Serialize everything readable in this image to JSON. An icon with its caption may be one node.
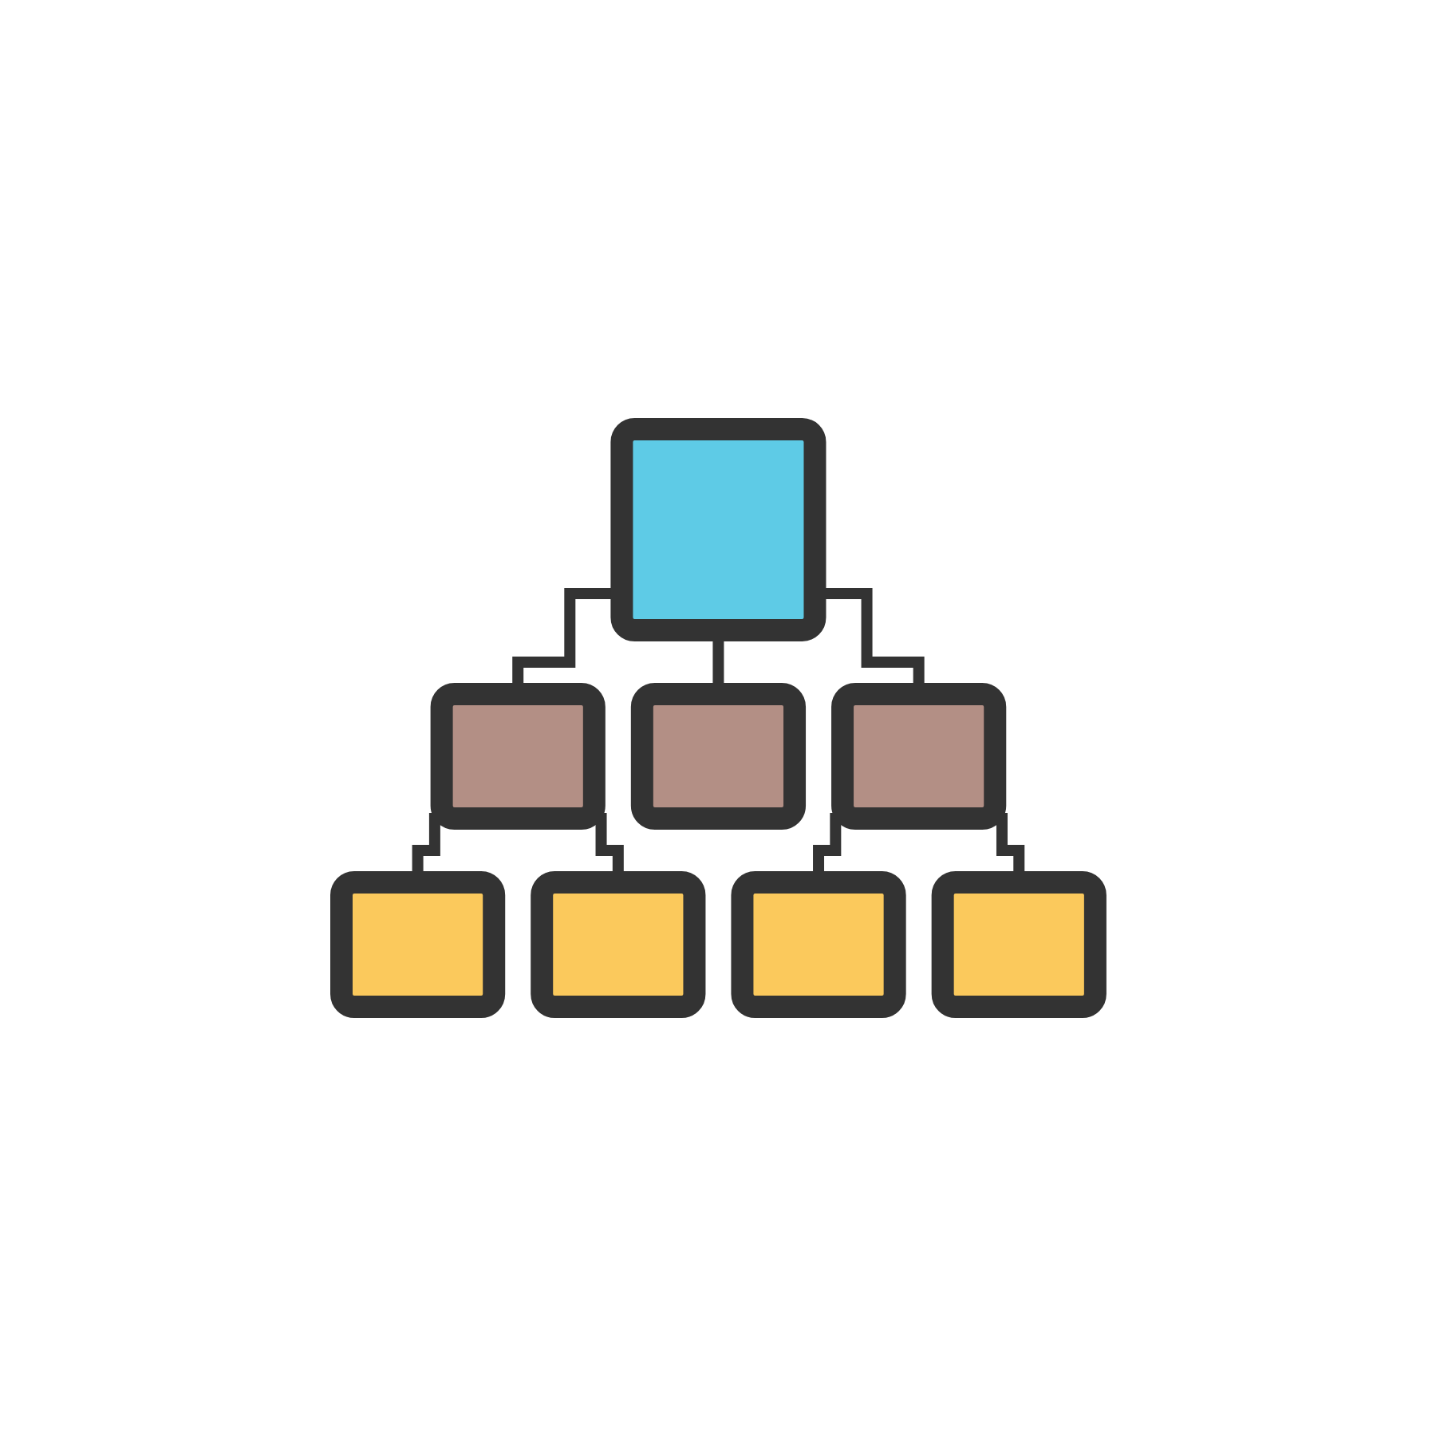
{
  "diagram": {
    "nodes": [
      {
        "text": [],
        "shape": "box"
      },
      {
        "text": [],
        "shape": "box"
      },
      {
        "text": [],
        "shape": "box"
      },
      {
        "text": [],
        "shape": "box"
      },
      {
        "text": [],
        "shape": "box"
      },
      {
        "text": [],
        "shape": "box"
      },
      {
        "text": [],
        "shape": "box"
      },
      {
        "text": [],
        "shape": "box"
      }
    ],
    "edges": [
      {
        "from": 0,
        "to": 1,
        "arrow": "none"
      },
      {
        "from": 0,
        "to": 2,
        "arrow": "none"
      },
      {
        "from": 0,
        "to": 3,
        "arrow": "none"
      },
      {
        "from": 1,
        "to": 4,
        "arrow": "none"
      },
      {
        "from": 1,
        "to": 5,
        "arrow": "none"
      },
      {
        "from": 3,
        "to": 6,
        "arrow": "none"
      },
      {
        "from": 3,
        "to": 7,
        "arrow": "none"
      }
    ]
  }
}
